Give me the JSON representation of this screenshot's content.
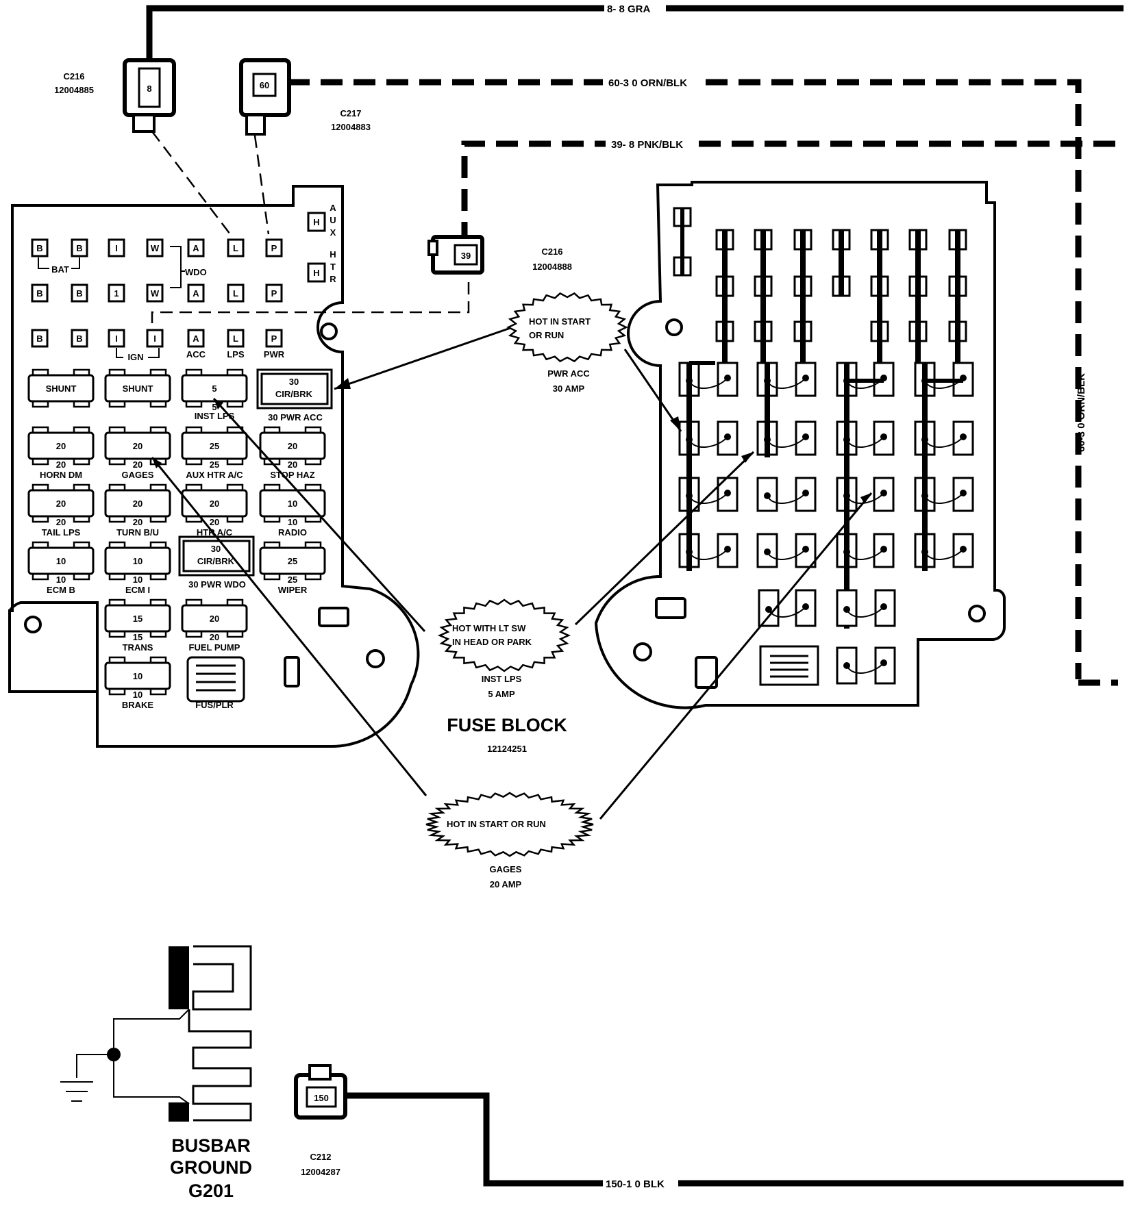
{
  "wires": {
    "gra": "8- 8 GRA",
    "orn_blk_top": "60-3 0 ORN/BLK",
    "pnk_blk": "39- 8 PNK/BLK",
    "orn_blk_side": "60-3 0 ORN/BLK",
    "blk_bottom": "150-1 0 BLK"
  },
  "connectors": [
    {
      "name": "C216",
      "part": "12004885",
      "pin": "8"
    },
    {
      "name": "C217",
      "part": "12004883",
      "pin": "60"
    },
    {
      "name": "C216",
      "part": "12004888",
      "pin": "39"
    },
    {
      "name": "C212",
      "part": "12004287",
      "pin": "150"
    }
  ],
  "fuse_block": {
    "title": "FUSE BLOCK",
    "part": "12124251",
    "vertical_labels": [
      "AUX",
      "HTR"
    ],
    "terminal_rows": [
      [
        "B",
        "B",
        "I",
        "W",
        "A",
        "L",
        "P"
      ],
      [
        "B",
        "B",
        "1",
        "W",
        "A",
        "L",
        "P"
      ],
      [
        "B",
        "B",
        "I",
        "I",
        "A",
        "L",
        "P"
      ]
    ],
    "aux_terminals": [
      "H",
      "H"
    ],
    "group_labels": [
      "BAT",
      "WDO",
      "IGN",
      "ACC",
      "LPS",
      "PWR"
    ],
    "fuses": [
      {
        "value": "SHUNT",
        "label": ""
      },
      {
        "value": "SHUNT",
        "label": ""
      },
      {
        "value": "5",
        "sub": "5",
        "label": "INST LPS"
      },
      {
        "value": "30\nCIR/BRK",
        "label": "30 PWR ACC"
      },
      {
        "value": "20",
        "sub": "20",
        "label": "HORN DM"
      },
      {
        "value": "20",
        "sub": "20",
        "label": "GAGES"
      },
      {
        "value": "25",
        "sub": "25",
        "label": "AUX HTR A/C"
      },
      {
        "value": "20",
        "sub": "20",
        "label": "STOP HAZ"
      },
      {
        "value": "20",
        "sub": "20",
        "label": "TAIL LPS"
      },
      {
        "value": "20",
        "sub": "20",
        "label": "TURN B/U"
      },
      {
        "value": "20",
        "sub": "20",
        "label": "HTR A/C"
      },
      {
        "value": "10",
        "sub": "10",
        "label": "RADIO"
      },
      {
        "value": "10",
        "sub": "10",
        "label": "ECM B"
      },
      {
        "value": "10",
        "sub": "10",
        "label": "ECM I"
      },
      {
        "value": "30\nCIR/BRK",
        "label": "30 PWR WDO"
      },
      {
        "value": "25",
        "sub": "25",
        "label": "WIPER"
      },
      {
        "value": "15",
        "sub": "15",
        "label": "TRANS"
      },
      {
        "value": "20",
        "sub": "20",
        "label": "FUEL PUMP"
      },
      {
        "value": "10",
        "sub": "10",
        "label": "BRAKE"
      },
      {
        "value": "",
        "label": "FUS/PLR"
      }
    ]
  },
  "callouts": [
    {
      "text": [
        "HOT IN START",
        "OR RUN"
      ],
      "caption": [
        "PWR ACC",
        "30 AMP"
      ]
    },
    {
      "text": [
        "HOT WITH LT SW",
        "IN HEAD OR PARK"
      ],
      "caption": [
        "INST LPS",
        "5 AMP"
      ]
    },
    {
      "text": [
        "HOT IN START OR RUN"
      ],
      "caption": [
        "GAGES",
        "20 AMP"
      ]
    }
  ],
  "ground": {
    "lines": [
      "BUSBAR",
      "GROUND",
      "G201"
    ]
  }
}
